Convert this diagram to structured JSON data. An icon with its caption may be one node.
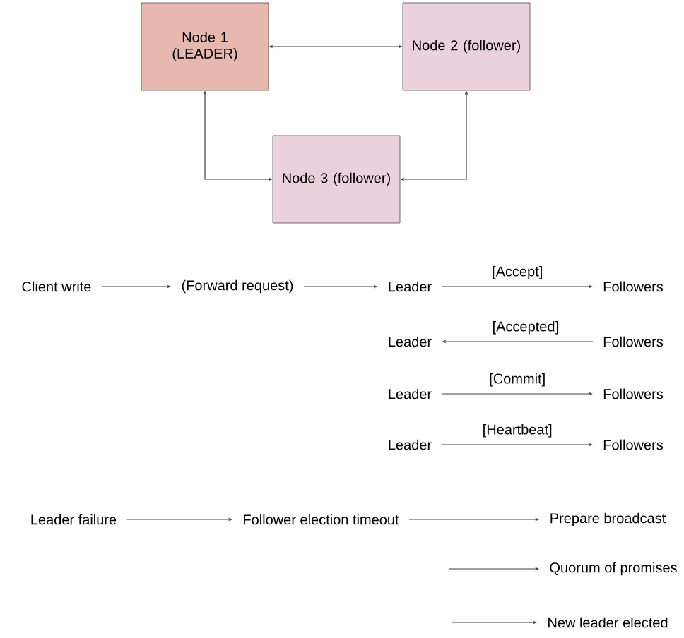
{
  "diagram": {
    "nodes": [
      {
        "text": [
          "Node 1 (LEADER)"
        ]
      },
      {
        "text": [
          "Node 2 (follower)"
        ]
      },
      {
        "text": [
          "Node 3 (follower)"
        ]
      },
      {
        "text": [
          "Client write"
        ]
      },
      {
        "text": [
          "(Forward request)"
        ]
      },
      {
        "text": [
          "Leader"
        ]
      },
      {
        "text": [
          "Followers"
        ]
      },
      {
        "text": [
          "Leader"
        ]
      },
      {
        "text": [
          "Followers"
        ]
      },
      {
        "text": [
          "Leader"
        ]
      },
      {
        "text": [
          "Followers"
        ]
      },
      {
        "text": [
          "Leader"
        ]
      },
      {
        "text": [
          "Followers"
        ]
      },
      {
        "text": [
          "Leader failure"
        ]
      },
      {
        "text": [
          "Follower election timeout"
        ]
      },
      {
        "text": [
          "Prepare broadcast"
        ]
      },
      {
        "text": [
          "Quorum of promises"
        ]
      },
      {
        "text": [
          "New leader elected"
        ]
      }
    ],
    "edges": [
      {
        "from": 0,
        "to": 1,
        "arrow": "both"
      },
      {
        "from": 0,
        "to": 2,
        "arrow": "both"
      },
      {
        "from": 1,
        "to": 2,
        "arrow": "both"
      },
      {
        "from": 3,
        "to": 4,
        "arrow": "to"
      },
      {
        "from": 4,
        "to": 5,
        "arrow": "to"
      },
      {
        "from": 5,
        "to": 6,
        "arrow": "to",
        "label": "[Accept]"
      },
      {
        "from": 8,
        "to": 7,
        "arrow": "to",
        "label": "[Accepted]"
      },
      {
        "from": 9,
        "to": 10,
        "arrow": "to",
        "label": "[Commit]"
      },
      {
        "from": 11,
        "to": 12,
        "arrow": "to",
        "label": "[Heartbeat]"
      },
      {
        "from": 13,
        "to": 14,
        "arrow": "to"
      },
      {
        "from": 14,
        "to": 15,
        "arrow": "to"
      },
      {
        "from": null,
        "to": 16,
        "arrow": "to"
      },
      {
        "from": null,
        "to": 17,
        "arrow": "to"
      }
    ]
  }
}
